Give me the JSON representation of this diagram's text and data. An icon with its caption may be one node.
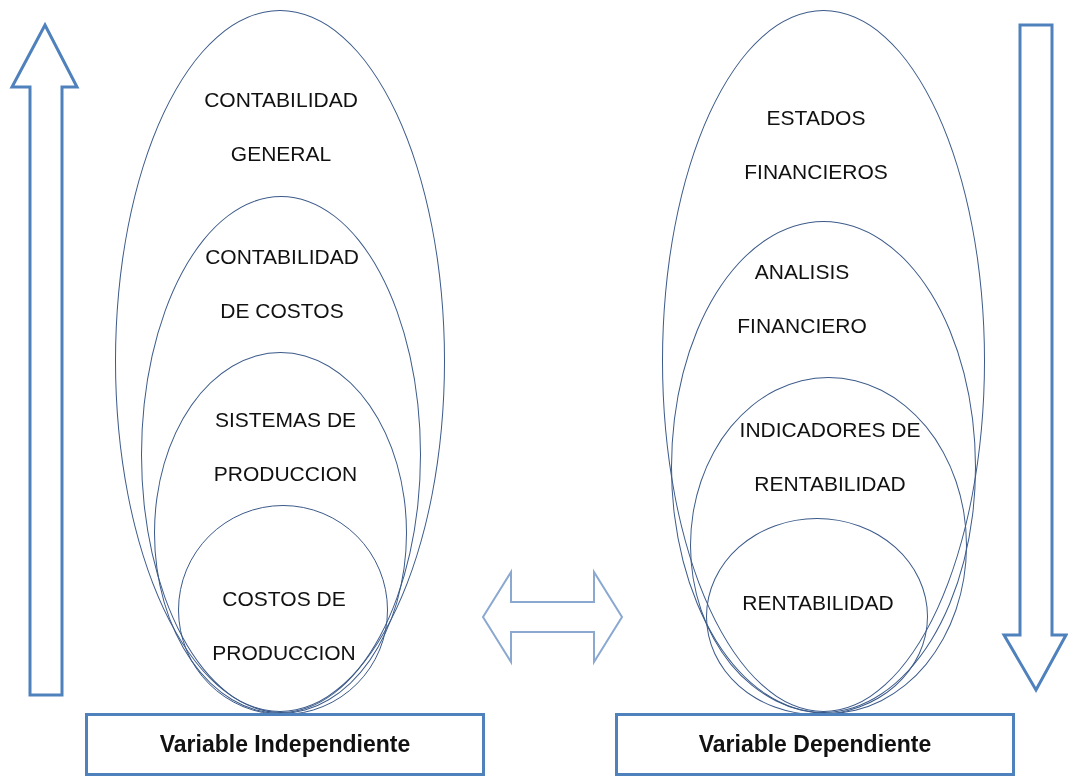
{
  "diagram": {
    "nodes": [
      {
        "text": [
          "CONTABILIDAD GENERAL"
        ]
      },
      {
        "text": [
          "CONTABILIDAD DE COSTOS"
        ],
        "in": 0
      },
      {
        "text": [
          "SISTEMAS DE PRODUCCION"
        ],
        "in": 1
      },
      {
        "text": [
          "COSTOS DE PRODUCCION"
        ],
        "in": 2
      },
      {
        "text": [
          "Variable Independiente"
        ]
      },
      {
        "text": [
          "ESTADOS FINANCIEROS"
        ]
      },
      {
        "text": [
          "ANALISIS FINANCIERO"
        ],
        "in": 5
      },
      {
        "text": [
          "INDICADORES DE RENTABILIDAD"
        ],
        "in": 6
      },
      {
        "text": [
          "RENTABILIDAD"
        ],
        "in": 7
      },
      {
        "text": [
          "Variable Dependiente"
        ]
      }
    ],
    "edges": [
      {
        "from": 0,
        "to": 5,
        "arrow": "both"
      }
    ]
  }
}
